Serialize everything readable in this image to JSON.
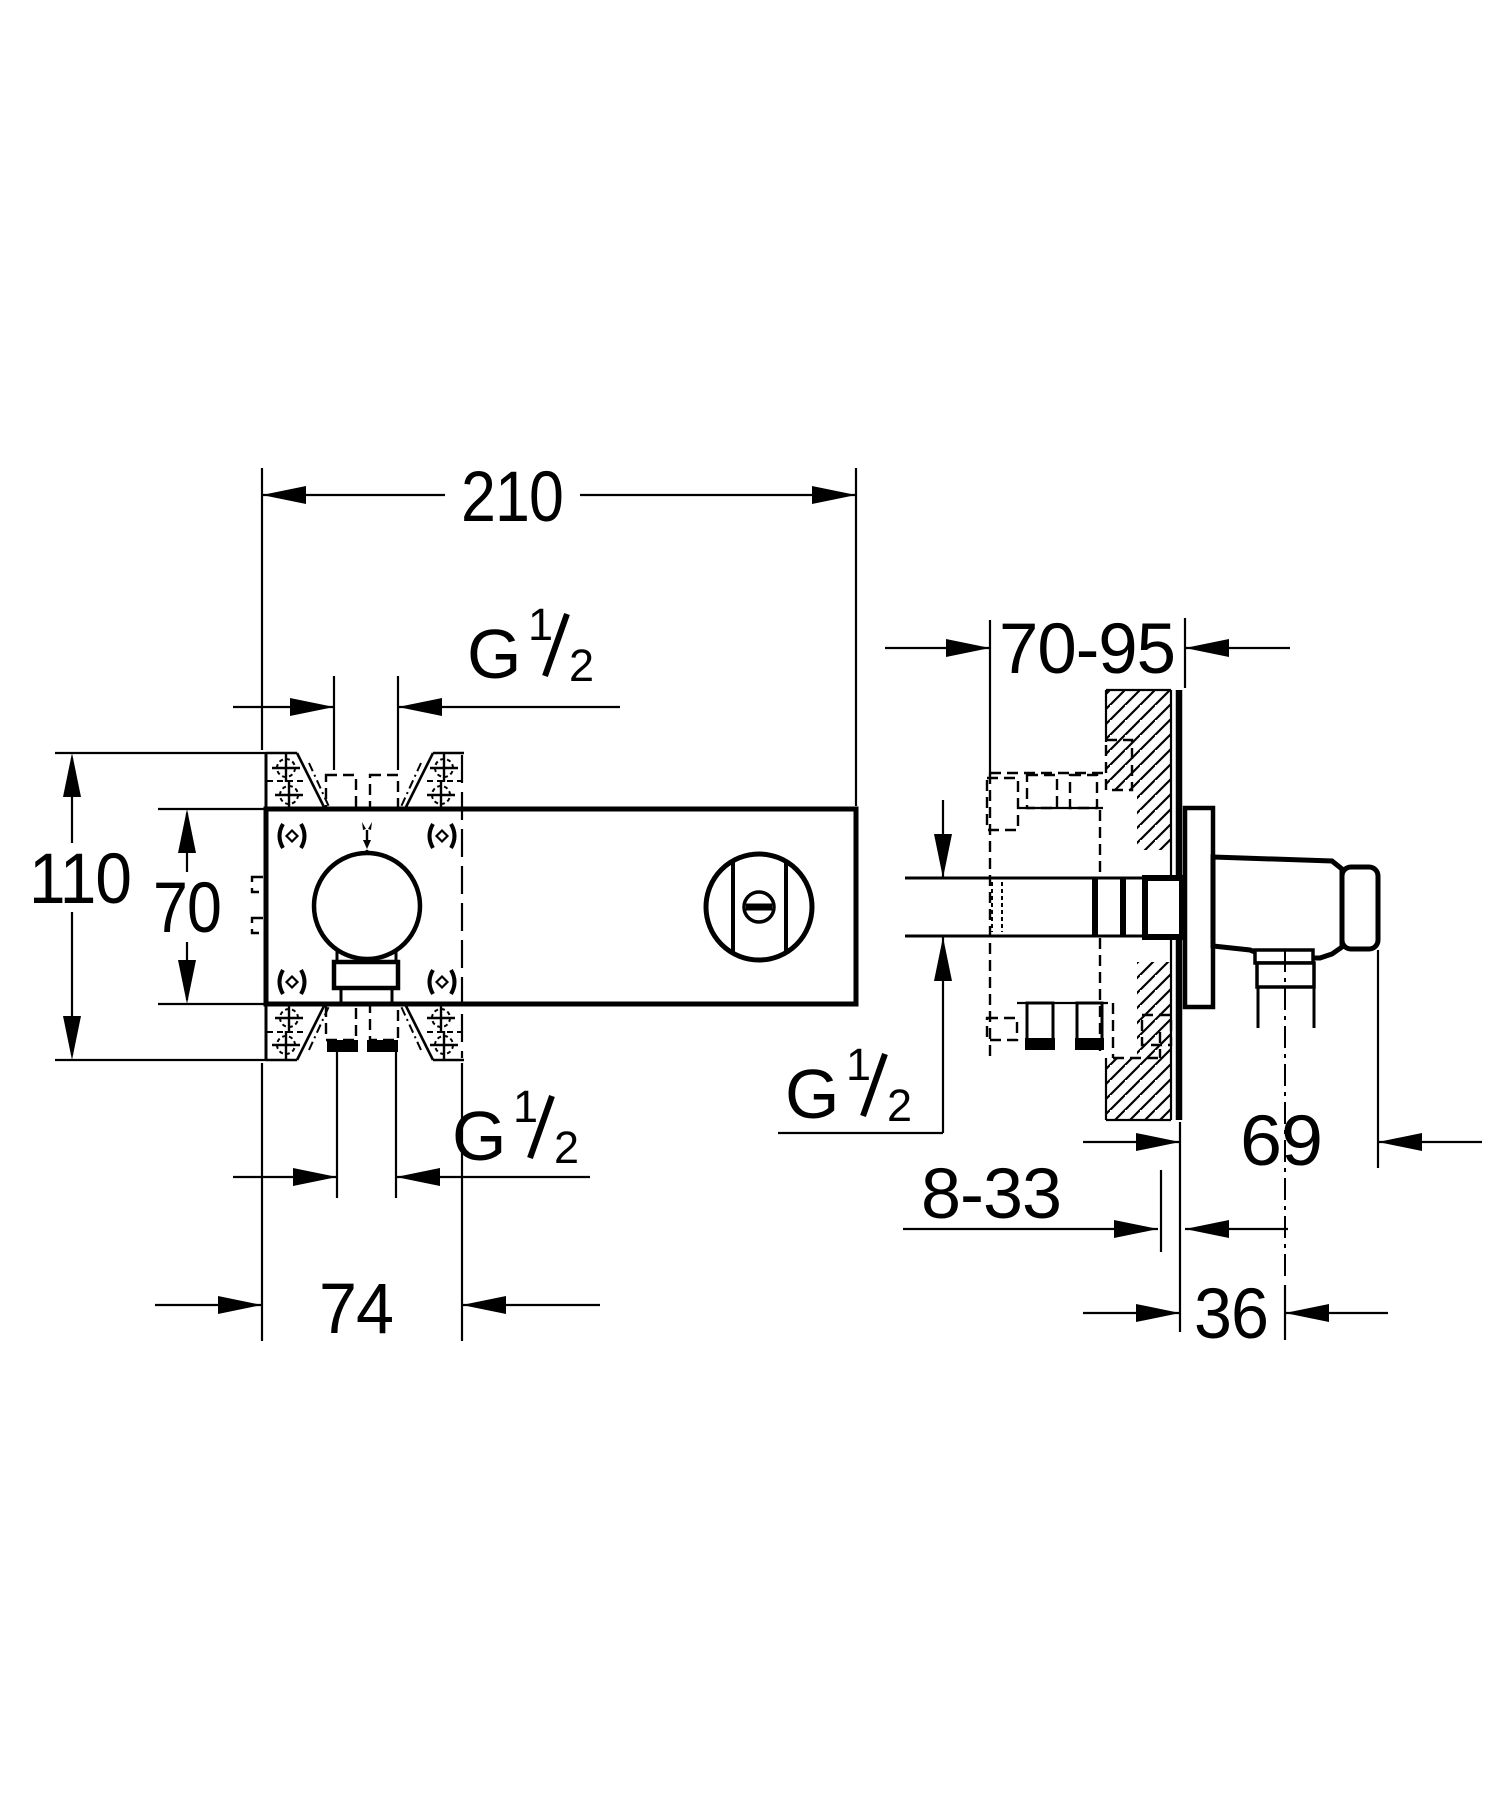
{
  "drawing": {
    "background": "#ffffff",
    "ink": "#000000",
    "front_view": {
      "dims": {
        "overall_width": "210",
        "overall_height": "110",
        "body_height": "70",
        "bottom_ports_spacing": "74"
      }
    },
    "side_view": {
      "dims": {
        "installation_depth_range": "70-95",
        "finished_wall_range": "8-33",
        "outlet_projection": "69",
        "outlet_center_offset": "36"
      }
    },
    "thread_label": {
      "display": "G 1/2",
      "g": "G",
      "numerator": "1",
      "denominator": "2"
    }
  }
}
